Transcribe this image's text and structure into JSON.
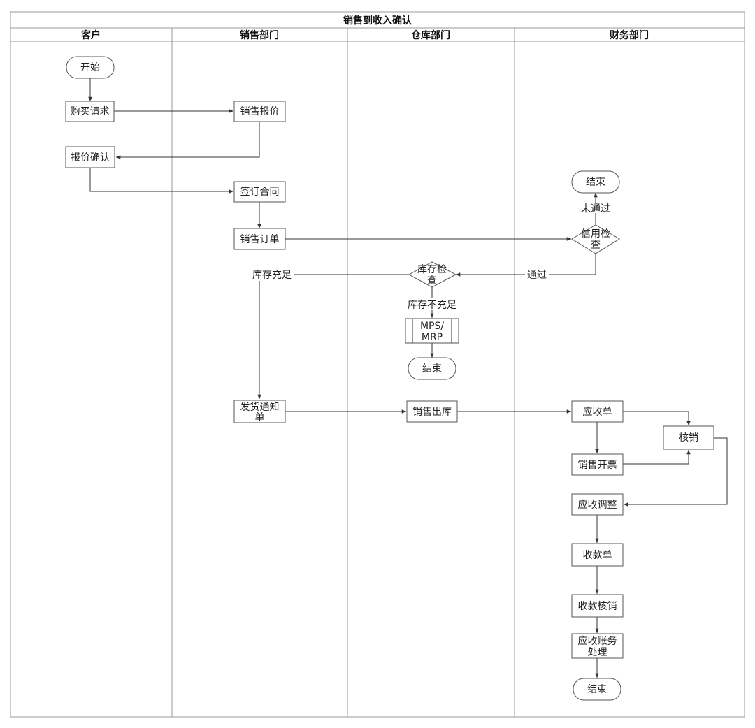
{
  "title": "销售到收入确认",
  "lanes": {
    "customer": "客户",
    "sales": "销售部门",
    "warehouse": "仓库部门",
    "finance": "财务部门"
  },
  "nodes": {
    "start": "开始",
    "purchase_request": "购买请求",
    "sales_quote": "销售报价",
    "quote_confirm": "报价确认",
    "sign_contract": "签订合同",
    "sales_order": "销售订单",
    "end_credit": "结束",
    "credit_check": [
      "信用检",
      "查"
    ],
    "stock_check": [
      "库存检",
      "查"
    ],
    "mps_mrp": [
      "MPS/",
      "MRP"
    ],
    "end_mps": "结束",
    "ship_notice": [
      "发货通知",
      "单"
    ],
    "sales_outbound": "销售出库",
    "receivable": "应收单",
    "write_off": "核销",
    "sales_invoice": "销售开票",
    "receivable_adjust": "应收调整",
    "receipt": "收款单",
    "receipt_writeoff": "收款核销",
    "ar_processing": [
      "应收账务",
      "处理"
    ],
    "end_final": "结束"
  },
  "edge_labels": {
    "not_passed": "未通过",
    "passed": "通过",
    "stock_sufficient": "库存充足",
    "stock_insufficient": "库存不充足"
  }
}
